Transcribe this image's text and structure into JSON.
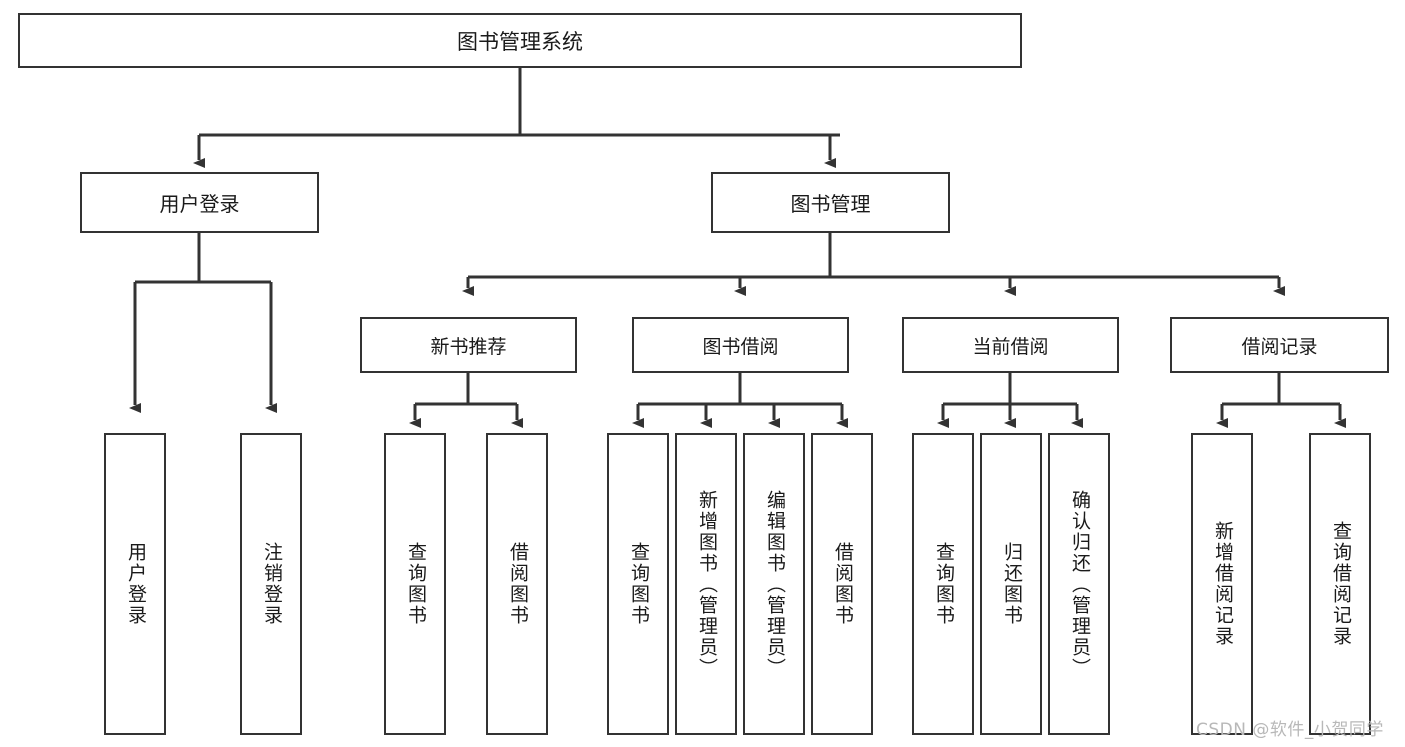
{
  "diagram": {
    "title": "图书管理系统",
    "type": "functional-structure-tree",
    "root": {
      "label": "图书管理系统"
    },
    "level1": [
      {
        "label": "用户登录"
      },
      {
        "label": "图书管理"
      }
    ],
    "level2": [
      {
        "label": "新书推荐"
      },
      {
        "label": "图书借阅"
      },
      {
        "label": "当前借阅"
      },
      {
        "label": "借阅记录"
      }
    ],
    "leaves": {
      "user_login": [
        {
          "label": "用户登录"
        },
        {
          "label": "注销登录"
        }
      ],
      "new_book_recommend": [
        {
          "label": "查询图书"
        },
        {
          "label": "借阅图书"
        }
      ],
      "book_borrow": [
        {
          "label": "查询图书"
        },
        {
          "label": "新增图书（管理员）"
        },
        {
          "label": "编辑图书（管理员）"
        },
        {
          "label": "借阅图书"
        }
      ],
      "current_borrow": [
        {
          "label": "查询图书"
        },
        {
          "label": "归还图书"
        },
        {
          "label": "确认归还（管理员）"
        }
      ],
      "borrow_record": [
        {
          "label": "新增借阅记录"
        },
        {
          "label": "查询借阅记录"
        }
      ]
    }
  },
  "watermark": {
    "text": "CSDN @软件_小贺同学"
  },
  "colors": {
    "stroke": "#333333",
    "fill": "#ffffff",
    "text": "#1a1a1a",
    "watermark": "#b8b8b8"
  }
}
